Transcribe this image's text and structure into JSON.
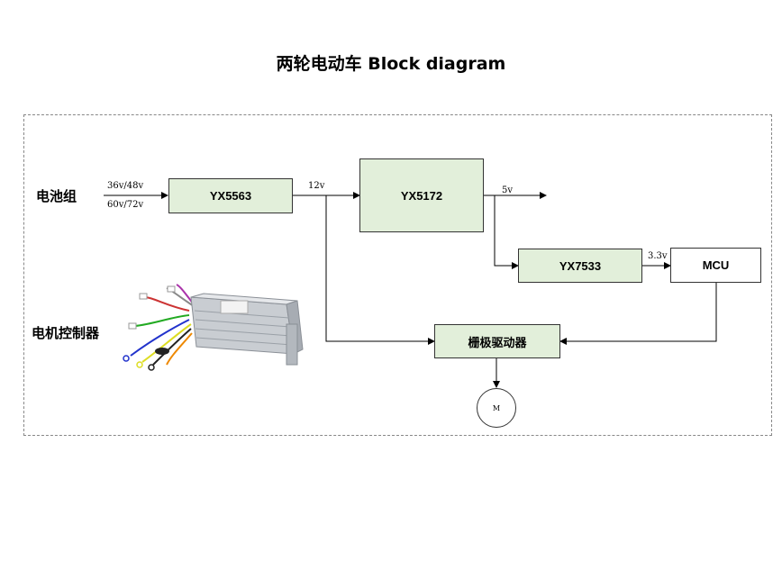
{
  "title": "两轮电动车  Block diagram",
  "side_labels": {
    "battery": "电池组",
    "controller": "电机控制器"
  },
  "blocks": {
    "yx5563": "YX5563",
    "yx5172": "YX5172",
    "yx7533": "YX7533",
    "mcu": "MCU",
    "gate_driver": "栅极驱动器"
  },
  "voltages": {
    "in_high": "36v/48v",
    "in_low": "60v/72v",
    "v12": "12v",
    "v5": "5v",
    "v33": "3.3v"
  },
  "motor_label": "M",
  "colors": {
    "block_fill": "#e2efda",
    "line": "#333333"
  }
}
